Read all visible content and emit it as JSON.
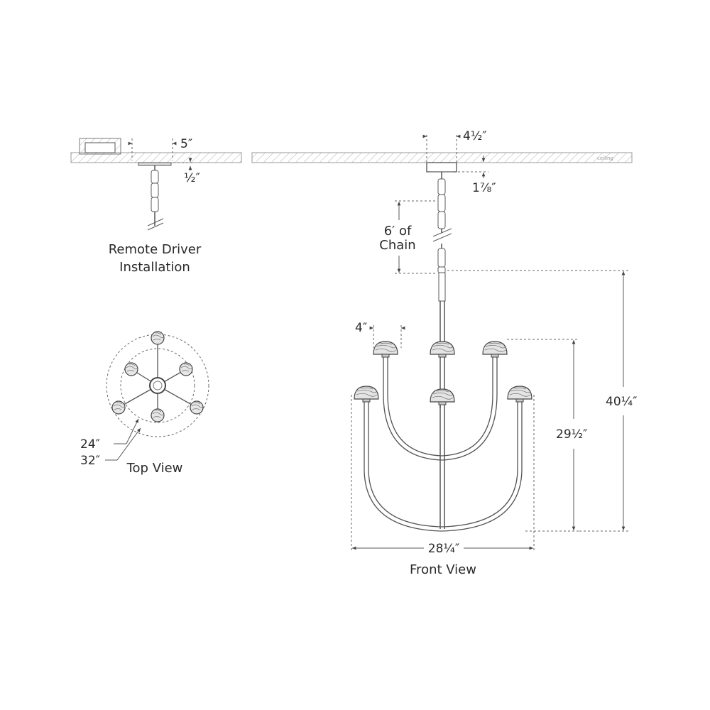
{
  "views": {
    "remote_driver": {
      "title_line1": "Remote Driver",
      "title_line2": "Installation",
      "dim_width": "5″",
      "dim_height": "½″"
    },
    "top_view": {
      "title": "Top View",
      "dim_inner": "24″",
      "dim_outer": "32″"
    },
    "front_view": {
      "title": "Front View",
      "dim_canopy_width": "4½″",
      "dim_canopy_height": "1⅞″",
      "dim_chain_line1": "6′ of",
      "dim_chain_line2": "Chain",
      "dim_shade": "4″",
      "dim_fixture_height": "29½″",
      "dim_overall_height": "40¼″",
      "dim_width": "28¼″",
      "ceiling_label": "ceiling"
    }
  }
}
